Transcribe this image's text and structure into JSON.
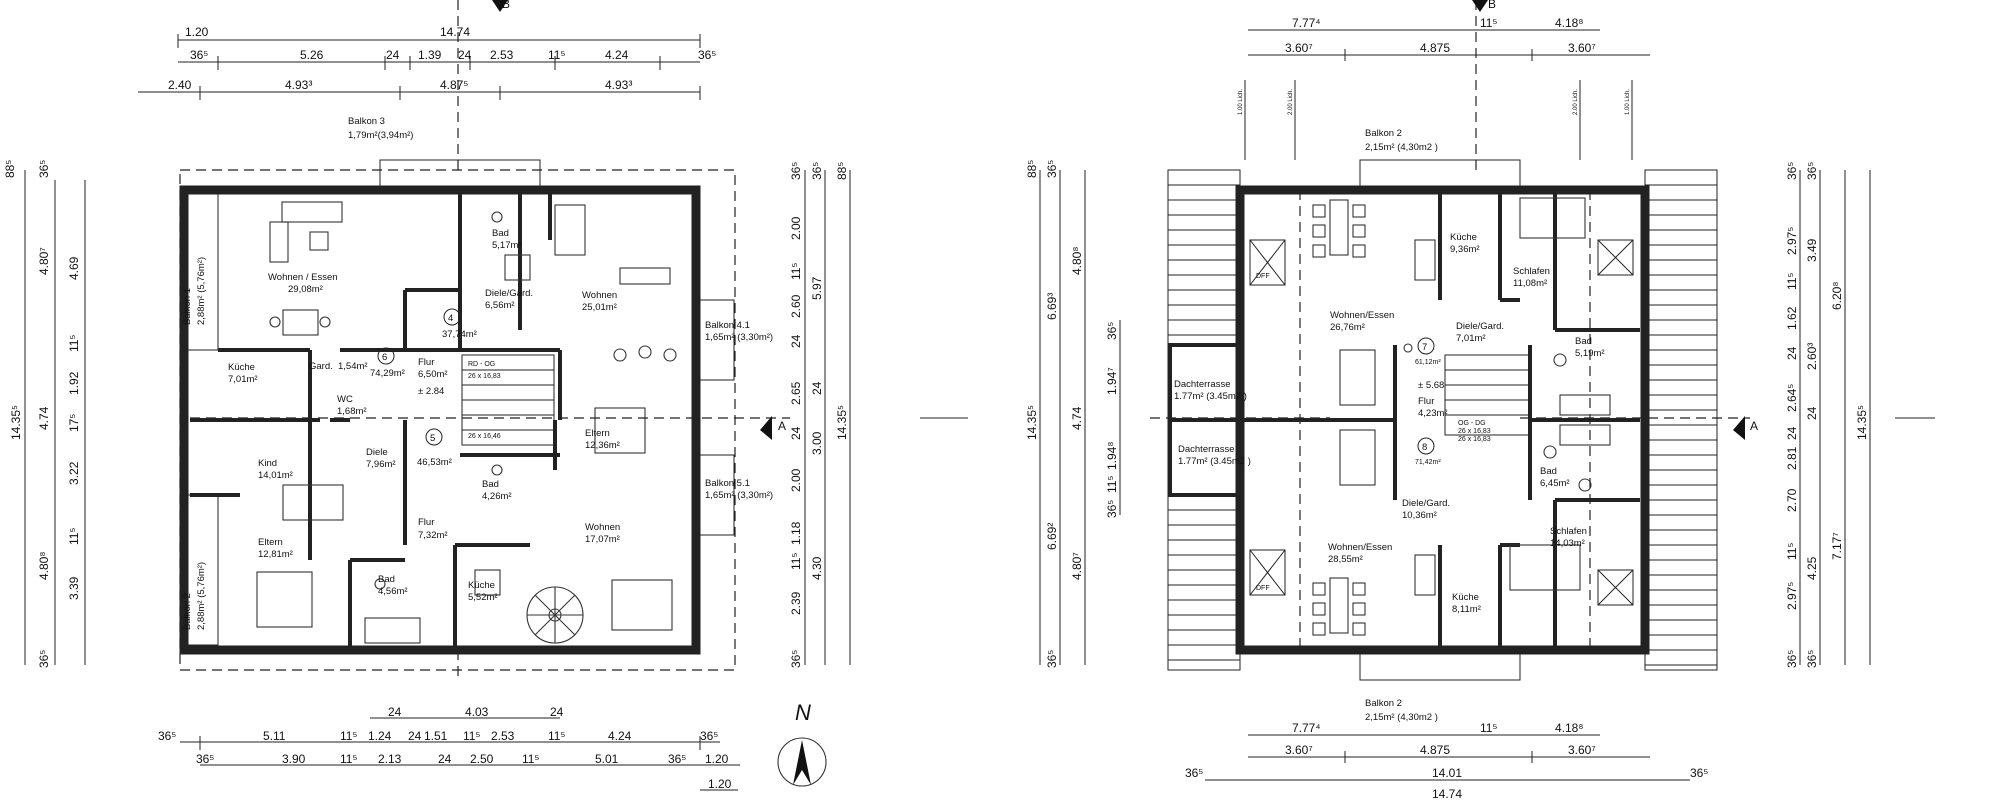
{
  "left_plan": {
    "section_marker": "B",
    "section_marker_side": "A",
    "top_dims": {
      "row1": [
        "1.20",
        "14.74"
      ],
      "row2": [
        "36⁵",
        "5.26",
        "24",
        "1.39",
        "24",
        "2.53",
        "11⁵",
        "4.24",
        "36⁵"
      ],
      "row3": [
        "2.40",
        "4.93³",
        "4.87⁵",
        "4.93³"
      ]
    },
    "bottom_dims": {
      "row1": [
        "24",
        "4.03",
        "24"
      ],
      "row2": [
        "36⁵",
        "5.11",
        "11⁵",
        "1.24",
        "24",
        "1.51",
        "11⁵",
        "2.53",
        "11⁵",
        "4.24",
        "36⁵"
      ],
      "row3": [
        "36⁵",
        "3.90",
        "11⁵",
        "2.13",
        "24",
        "2.50",
        "11⁵",
        "5.01",
        "36⁵",
        "1.20"
      ],
      "row4": [
        "1.20"
      ]
    },
    "left_dims": {
      "outer": [
        "88⁵",
        "14.35⁵"
      ],
      "mid": [
        "36⁵",
        "4.80⁷",
        "4.74",
        "4.80⁸",
        "36⁵"
      ],
      "inner": [
        "4.69",
        "11⁵",
        "1.92",
        "17⁵",
        "3.22",
        "11⁵",
        "3.39"
      ]
    },
    "right_dims": {
      "inner": [
        "36⁵",
        "2.00",
        "11⁵",
        "2.60",
        "24",
        "2.65",
        "24",
        "2.00",
        "1.18",
        "11⁵",
        "2.39",
        "36⁵"
      ],
      "mid": [
        "36⁵",
        "5.97",
        "24",
        "3.00",
        "4.30"
      ],
      "outer": [
        "88⁵",
        "14.35⁵"
      ]
    },
    "rooms": [
      {
        "name": "Balkon 3",
        "area": "1,79m²(3,94m²)"
      },
      {
        "name": "Wohnen / Essen",
        "area": "29,08m²"
      },
      {
        "name": "Balkon 1",
        "area": "2,88m² (5,76m²)"
      },
      {
        "name": "Bad",
        "area": "5,17m²"
      },
      {
        "name": "Diele/Gard.",
        "area": "6,56m²"
      },
      {
        "name": "Wohnen",
        "area": "25,01m²"
      },
      {
        "name": "Balkon 4.1",
        "area": "1,65m² (3,30m²)"
      },
      {
        "name": "Küche",
        "area": "7,01m²"
      },
      {
        "name": "Gard.",
        "area": "1,54m²"
      },
      {
        "name": "WC",
        "area": "1,68m²"
      },
      {
        "name": "Flur",
        "area": "6,50m²"
      },
      {
        "name": "Kind",
        "area": "14,01m²"
      },
      {
        "name": "Diele",
        "area": "7,96m²"
      },
      {
        "name": "Eltern",
        "area": "12,36m²"
      },
      {
        "name": "Bad",
        "area": "4,26m²"
      },
      {
        "name": "Balkon 5.1",
        "area": "1,65m² (3,30m²)"
      },
      {
        "name": "Eltern",
        "area": "12,81m²"
      },
      {
        "name": "Flur",
        "area": "7,32m²"
      },
      {
        "name": "Wohnen",
        "area": "17,07m²"
      },
      {
        "name": "Bad",
        "area": "4,56m²"
      },
      {
        "name": "Küche",
        "area": "5,52m²"
      },
      {
        "name": "Balkon 2",
        "area": "2,88m² (5,76m²)"
      }
    ],
    "units": [
      {
        "num": "4",
        "area": "37,74m²"
      },
      {
        "num": "6",
        "area": "74,29m²"
      },
      {
        "num": "5",
        "area": "46,53m²"
      }
    ],
    "level": "± 2.84",
    "stair_labels": [
      "RD - OG",
      "26 x 16,83",
      "26 x 16,46"
    ]
  },
  "right_plan": {
    "section_marker": "B",
    "section_marker_side": "A",
    "top_dims": {
      "row1": [
        "7.77⁴",
        "11⁵",
        "4.18⁸"
      ],
      "row2": [
        "3.60⁷",
        "4.875",
        "3.60⁷"
      ],
      "ticks": [
        "1.00 Lich.",
        "2.00 Lich.",
        "2.00 Lich.",
        "1.00 Lich."
      ]
    },
    "bottom_dims": {
      "row1": [
        "7.77⁴",
        "11⁵",
        "4.18⁸"
      ],
      "row2": [
        "3.60⁷",
        "4.875",
        "3.60⁷"
      ],
      "row3": [
        "36⁵",
        "14.01",
        "36⁵"
      ],
      "row4": [
        "14.74"
      ]
    },
    "left_dims": {
      "outer": [
        "88⁵",
        "14.35⁵"
      ],
      "mid": [
        "36⁵",
        "6.69³",
        "6.69²",
        "36⁵"
      ],
      "inner": [
        "4.80⁸",
        "36⁵",
        "1.94⁷",
        "4.74",
        "1.94⁸",
        "11⁵",
        "36⁵",
        "4.80⁷"
      ]
    },
    "right_dims": {
      "inner": [
        "36⁵",
        "2.97⁵",
        "11⁵",
        "1.62",
        "24",
        "2.64⁵",
        "24",
        "2.81",
        "2.70",
        "11⁵",
        "2.97⁵",
        "36⁵"
      ],
      "mid": [
        "36⁵",
        "3.49",
        "2.60³",
        "24",
        "4.25",
        "36⁵"
      ],
      "outer": [
        "6.20⁸",
        "7.17⁷",
        "14.35⁵"
      ]
    },
    "rooms": [
      {
        "name": "Balkon 2",
        "area": "2,15m² (4,30m2 )"
      },
      {
        "name": "Küche",
        "area": "9,36m²"
      },
      {
        "name": "Schlafen",
        "area": "11,08m²"
      },
      {
        "name": "Wohnen/Essen",
        "area": "26,76m²"
      },
      {
        "name": "Diele/Gard.",
        "area": "7,01m²"
      },
      {
        "name": "Bad",
        "area": "5,19m²"
      },
      {
        "name": "Dachterrasse",
        "area": "1.77m² (3.45m2 )"
      },
      {
        "name": "Flur",
        "area": "4,23m²"
      },
      {
        "name": "Dachterrasse",
        "area": "1.77m² (3.45m2 )"
      },
      {
        "name": "Bad",
        "area": "6,45m²"
      },
      {
        "name": "Diele/Gard.",
        "area": "10,36m²"
      },
      {
        "name": "Schlafen",
        "area": "14,03m²"
      },
      {
        "name": "Wohnen/Essen",
        "area": "28,55m²"
      },
      {
        "name": "Küche",
        "area": "8,11m²"
      },
      {
        "name": "Balkon 2",
        "area": "2,15m² (4,30m2 )"
      }
    ],
    "units": [
      {
        "num": "7",
        "area": "61,12m²"
      },
      {
        "num": "8",
        "area": "71,42m²"
      }
    ],
    "level": "± 5.68",
    "stair_labels": [
      "OG - DG",
      "26 x 16,83",
      "26 x 16,83"
    ],
    "skylight_label": "DFF"
  },
  "north_arrow": {
    "letter": "N"
  }
}
